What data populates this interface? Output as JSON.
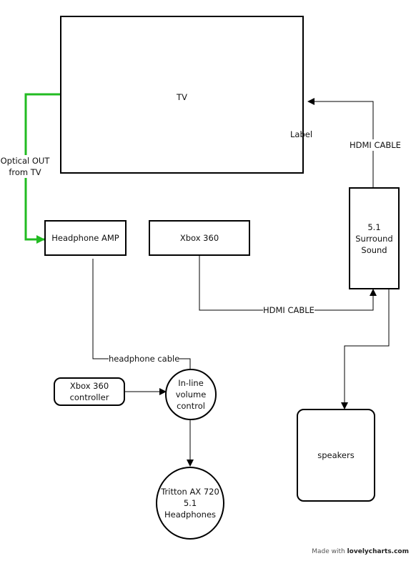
{
  "nodes": {
    "tv": "TV",
    "tv_label": "Label",
    "headphone_amp": "Headphone AMP",
    "xbox": "Xbox 360",
    "surround": "5.1 Surround Sound",
    "controller": "Xbox 360 controller",
    "volume": "In-line volume control",
    "headphones": "Tritton AX 720 5.1 Headphones",
    "speakers": "speakers"
  },
  "edges": {
    "optical": "Optical OUT from TV",
    "hdmi_tv": "HDMI CABLE",
    "hdmi_xbox": "HDMI CABLE",
    "headphone_cable": "headphone cable"
  },
  "footer": {
    "prefix": "Made with",
    "brand": "lovelycharts.com"
  },
  "colors": {
    "optical_line": "#22bb22",
    "line": "#000000"
  }
}
